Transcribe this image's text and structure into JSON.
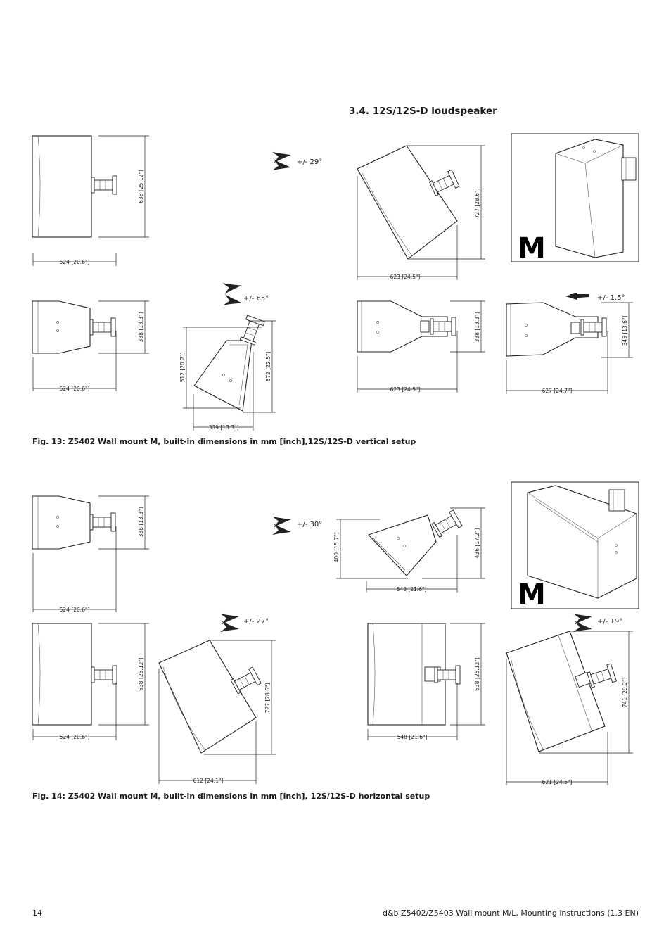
{
  "section_heading": "3.4. 12S/12S-D loudspeaker",
  "fig13_caption": "Fig. 13: Z5402 Wall mount M, built-in dimensions in mm [inch],12S/12S-D vertical setup",
  "fig14_caption": "Fig. 14: Z5402 Wall mount M, built-in dimensions in mm [inch], 12S/12S-D horizontal setup",
  "page_number": "14",
  "footer_text": "d&b Z5402/Z5403 Wall mount M/L, Mounting instructions (1.3 EN)",
  "photo_label": "M",
  "fig13": {
    "d_side_w": "524 [20.6\"]",
    "d_side_h": "638 [25.12\"]",
    "d_top_w": "524 [20.6\"]",
    "d_top_h": "338 [13.3\"]",
    "d_tilt_h1": "512 [20.2\"]",
    "d_tilt_h2": "572 [22.5\"]",
    "d_tilt_w": "339 [13.3\"]",
    "angle_tilt": "+/- 65°",
    "d_pan_w": "623 [24.5\"]",
    "d_pan_h": "727 [28.6\"]",
    "angle_pan": "+/- 29°",
    "d_top2_w": "623 [24.5\"]",
    "d_top2_h": "338 [13.3\"]",
    "d_top3_w": "627 [24.7\"]",
    "d_top3_h": "345 [13.6\"]",
    "angle_top3": "+/- 1.5°"
  },
  "fig14": {
    "d_top_w": "524 [20.6\"]",
    "d_top_h": "338 [13.3\"]",
    "d_tilt_h1": "400 [15.7\"]",
    "d_tilt_h2": "436 [17.2\"]",
    "d_tilt_w": "548 [21.6\"]",
    "angle_tilt": "+/- 30°",
    "d_side_w": "524 [20.6\"]",
    "d_side_h": "638 [25.12\"]",
    "d_pan_h": "727 [28.6\"]",
    "d_pan_w": "612 [24.1\"]",
    "angle_pan": "+/- 27°",
    "d_side2_w": "548 [21.6\"]",
    "d_side2_h": "638 [25.12\"]",
    "d_pan2_h": "741 [29.2\"]",
    "d_pan2_w": "621 [24.5\"]",
    "angle_pan2": "+/- 19°"
  }
}
